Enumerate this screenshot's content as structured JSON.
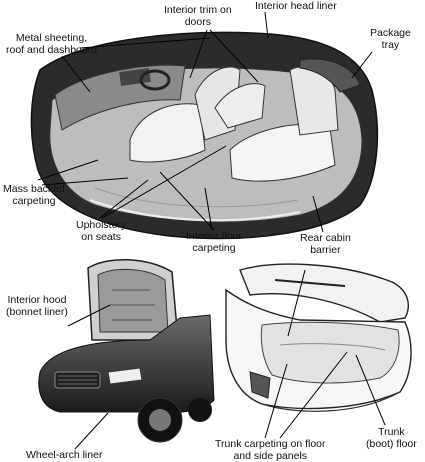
{
  "labels": {
    "interior_trim": [
      "Interior trim on",
      "doors"
    ],
    "head_liner": [
      "Interior head liner"
    ],
    "metal_sheeting": [
      "Metal sheeting,",
      "roof and dashboard"
    ],
    "package_tray": [
      "Package",
      "tray"
    ],
    "mass_backed": [
      "Mass backed",
      "carpeting"
    ],
    "upholstery": [
      "Upholstery",
      "on seats"
    ],
    "floor_carpeting": [
      "Interior floor",
      "carpeting"
    ],
    "rear_barrier": [
      "Rear cabin",
      "barrier"
    ],
    "interior_hood": [
      "Interior hood",
      "(bonnet liner)"
    ],
    "trunk_carpeting": [
      "Trunk carpeting on floor",
      "and side panels"
    ],
    "trunk_floor": [
      "Trunk",
      "(boot) floor"
    ],
    "wheel_arch": [
      "Wheel-arch liner"
    ]
  }
}
